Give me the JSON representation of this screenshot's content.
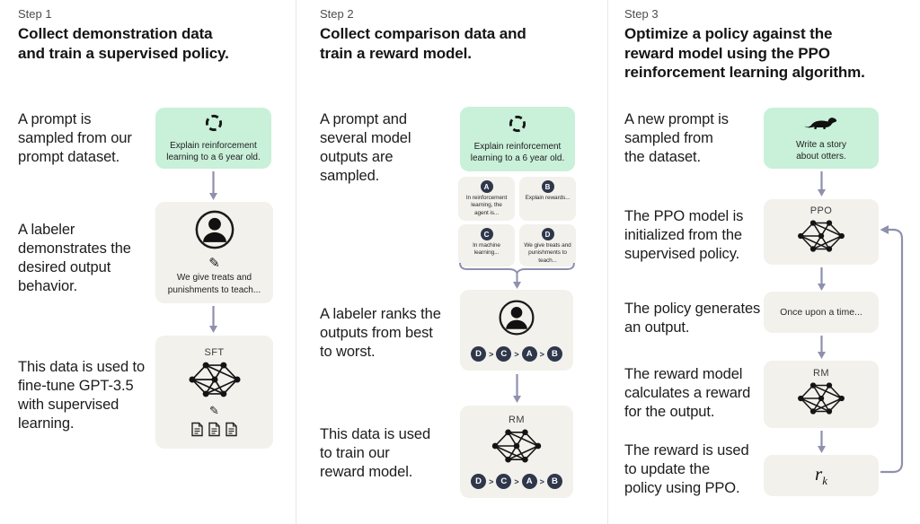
{
  "colors": {
    "prompt_box_green": "#c9f0d9",
    "model_box_gray": "#f2f1ec",
    "badge_navy": "#2f374b",
    "arrow_purple": "#8e90ae",
    "heading_text": "#141414",
    "step_label_gray": "#4d4d4d",
    "divider": "#e7e7e4"
  },
  "icons": {
    "pencil": "✎"
  },
  "ranking_separator": ">",
  "columns": [
    {
      "step_label": "Step 1",
      "title": "Collect demonstration data\nand train a supervised policy.",
      "captions": {
        "prompt": "A prompt is\nsampled from our\nprompt dataset.",
        "labeler": "A labeler\ndemonstrates the\ndesired output\nbehavior.",
        "finetune": "This data is used to\nfine-tune GPT-3.5\nwith supervised\nlearning."
      },
      "prompt_box": "Explain reinforcement\nlearning to a 6 year old.",
      "labeler_box": "We give treats and\npunishments to teach...",
      "model_label": "SFT"
    },
    {
      "step_label": "Step 2",
      "title": "Collect comparison data and\ntrain a reward model.",
      "captions": {
        "sampled": "A prompt and\nseveral model\noutputs are\nsampled.",
        "ranks": "A labeler ranks the\noutputs from best\nto worst.",
        "train": "This data is used\nto train our\nreward model."
      },
      "prompt_box": "Explain reinforcement\nlearning to a 6 year old.",
      "outputs": [
        {
          "letter": "A",
          "text": "In reinforcement\nlearning, the\nagent is..."
        },
        {
          "letter": "B",
          "text": "Explain rewards..."
        },
        {
          "letter": "C",
          "text": "In machine\nlearning..."
        },
        {
          "letter": "D",
          "text": "We give treats and\npunishments to\nteach..."
        }
      ],
      "ranking": [
        "D",
        "C",
        "A",
        "B"
      ],
      "model_label": "RM"
    },
    {
      "step_label": "Step 3",
      "title": "Optimize a policy against the\nreward model using the PPO\nreinforcement learning algorithm.",
      "captions": {
        "new_prompt": "A new prompt is\nsampled from\nthe dataset.",
        "ppo_init": "The PPO model is\ninitialized from the\nsupervised policy.",
        "generates": "The policy generates\nan output.",
        "reward_calc": "The reward model\ncalculates a reward\nfor the output.",
        "reward_update": "The reward is used\nto update the\npolicy using PPO."
      },
      "prompt_box": "Write a story\nabout otters.",
      "ppo_label": "PPO",
      "output_box": "Once upon a time...",
      "rm_label": "RM",
      "reward_symbol": "r",
      "reward_subscript": "k"
    }
  ]
}
